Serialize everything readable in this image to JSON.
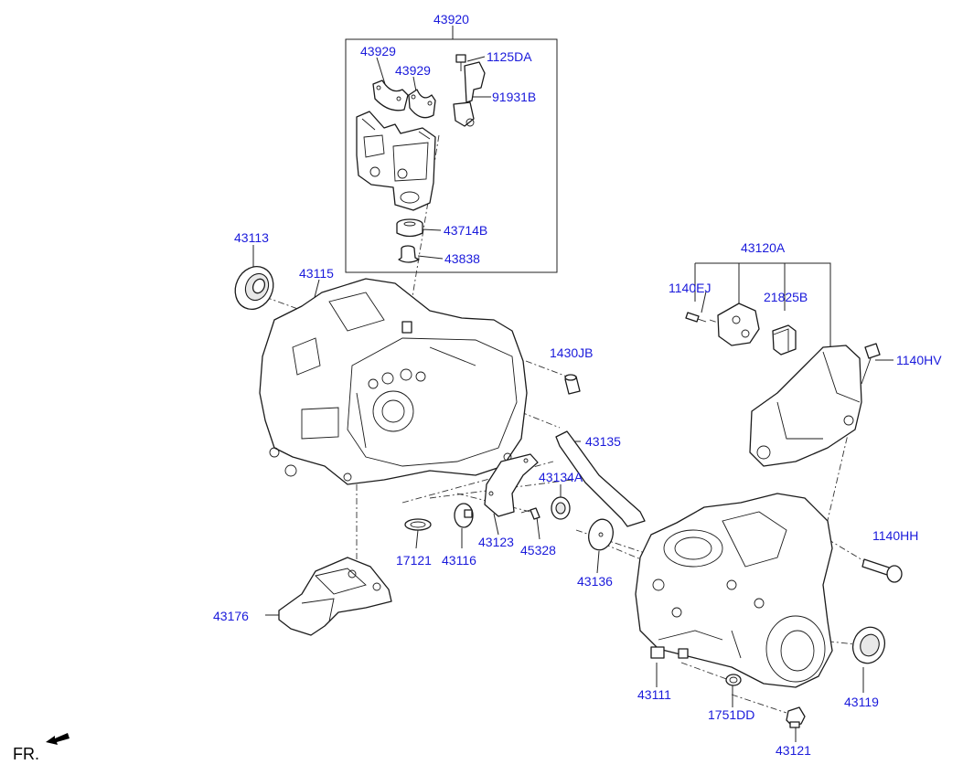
{
  "labels": {
    "p43920": "43920",
    "p43929a": "43929",
    "p43929b": "43929",
    "p1125DA": "1125DA",
    "p91931B": "91931B",
    "p43714B": "43714B",
    "p43838": "43838",
    "p43113": "43113",
    "p43115": "43115",
    "p43120A": "43120A",
    "p1140EJ": "1140EJ",
    "p21825B": "21825B",
    "p1140HV": "1140HV",
    "p1430JB": "1430JB",
    "p43135": "43135",
    "p43134A": "43134A",
    "p17121": "17121",
    "p43116": "43116",
    "p43123": "43123",
    "p45328": "45328",
    "p43136": "43136",
    "p1140HH": "1140HH",
    "p43176": "43176",
    "p43111": "43111",
    "p1751DD": "1751DD",
    "p43119": "43119",
    "p43121": "43121"
  },
  "orientation": "FR.",
  "colors": {
    "label": "#1a1adb",
    "line": "#1b1b1b"
  }
}
